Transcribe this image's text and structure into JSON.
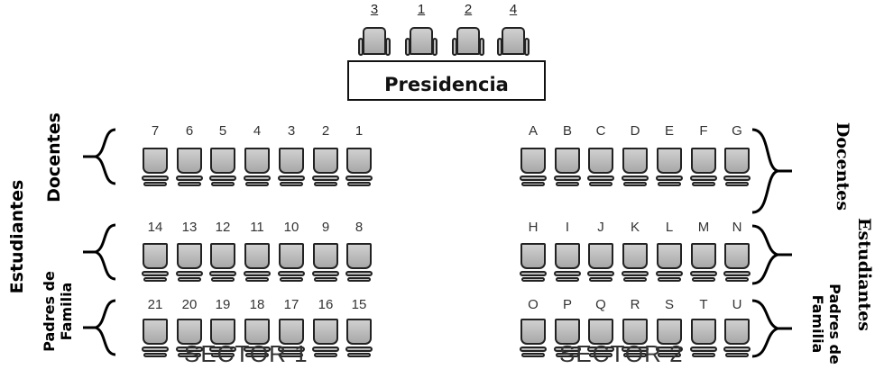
{
  "presidencia": {
    "label": "Presidencia",
    "seats": [
      "3",
      "1",
      "2",
      "4"
    ]
  },
  "sector1": {
    "label": "SECTOR 1",
    "rows": [
      {
        "group": "Docentes",
        "seats": [
          "7",
          "6",
          "5",
          "4",
          "3",
          "2",
          "1"
        ]
      },
      {
        "group": "Estudiantes",
        "seats": [
          "14",
          "13",
          "12",
          "11",
          "10",
          "9",
          "8"
        ]
      },
      {
        "group": "Padres de Familia",
        "seats": [
          "21",
          "20",
          "19",
          "18",
          "17",
          "16",
          "15"
        ]
      }
    ]
  },
  "sector2": {
    "label": "SECTOR 2",
    "rows": [
      {
        "group": "Docentes",
        "seats": [
          "A",
          "B",
          "C",
          "D",
          "E",
          "F",
          "G"
        ]
      },
      {
        "group": "Estudiantes",
        "seats": [
          "H",
          "I",
          "J",
          "K",
          "L",
          "M",
          "N"
        ]
      },
      {
        "group": "Padres de Familia",
        "seats": [
          "O",
          "P",
          "Q",
          "R",
          "S",
          "T",
          "U"
        ]
      }
    ]
  },
  "labels": {
    "left_docentes": "Docentes",
    "left_estudiantes": "Estudiantes",
    "left_padres_line1": "Padres de",
    "left_padres_line2": "Familia",
    "right_docentes": "Docentes",
    "right_estudiantes": "Estudiantes",
    "right_padres_line1": "Padres de",
    "right_padres_line2": "Familia"
  }
}
